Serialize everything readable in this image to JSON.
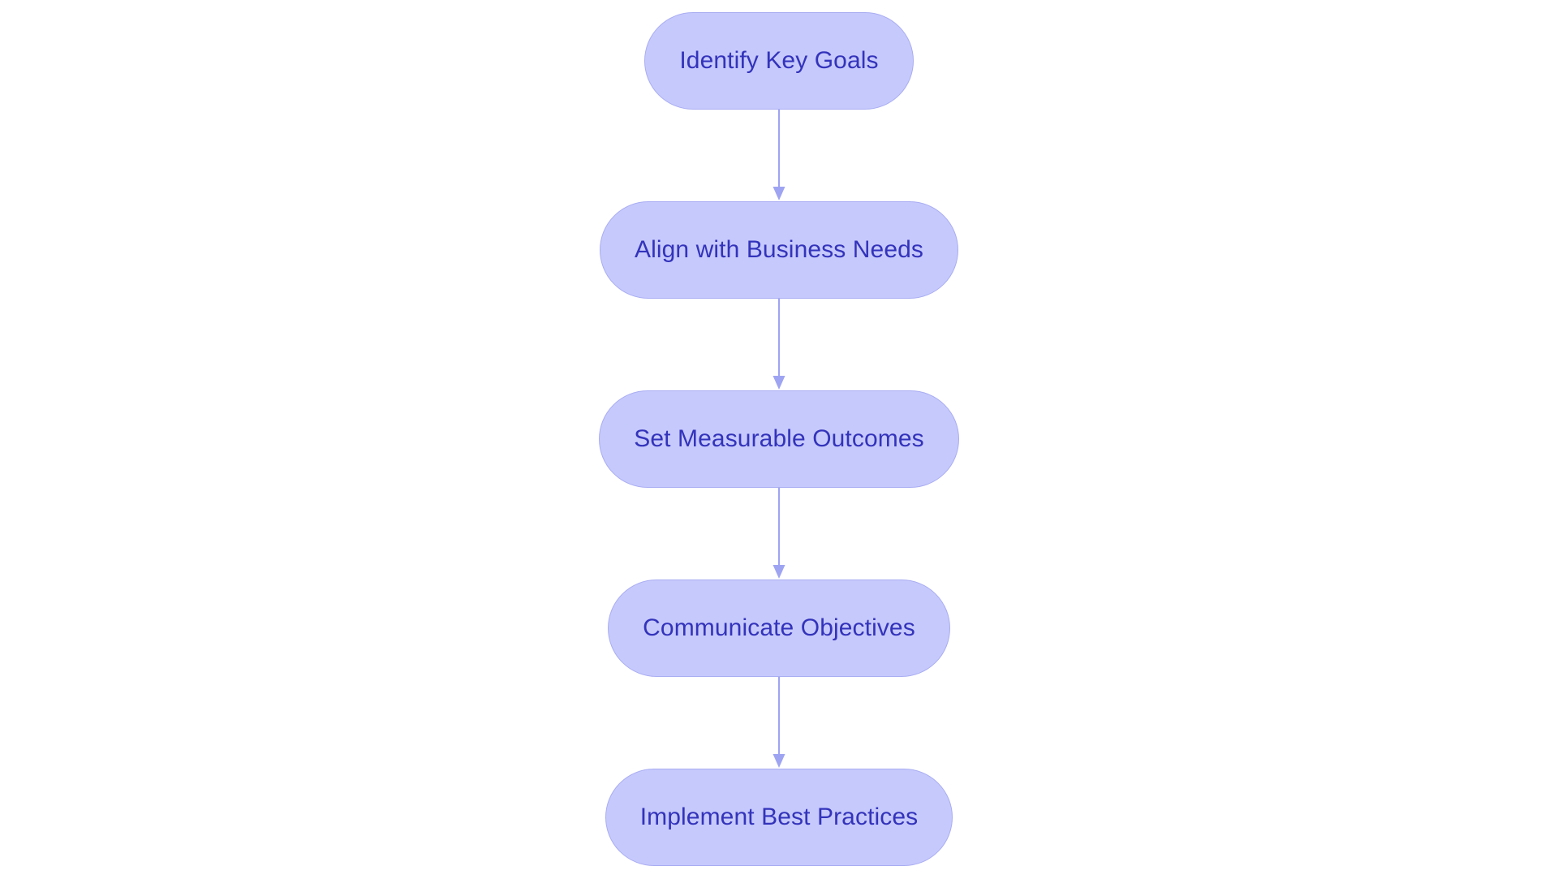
{
  "diagram": {
    "type": "flowchart",
    "orientation": "top-to-bottom",
    "background_color": "#ffffff",
    "node_fill_color": "#c6c9fc",
    "node_border_color": "#a9adf2",
    "node_text_color": "#3333bb",
    "arrow_color": "#9fa4f2",
    "node_shape": "stadium",
    "nodes": [
      {
        "id": "identify-key-goals",
        "label": "Identify Key Goals"
      },
      {
        "id": "align-with-business-needs",
        "label": "Align with Business Needs"
      },
      {
        "id": "set-measurable-outcomes",
        "label": "Set Measurable Outcomes"
      },
      {
        "id": "communicate-objectives",
        "label": "Communicate Objectives"
      },
      {
        "id": "implement-best-practices",
        "label": "Implement Best Practices"
      }
    ],
    "edges": [
      {
        "from": "identify-key-goals",
        "to": "align-with-business-needs",
        "label": ""
      },
      {
        "from": "align-with-business-needs",
        "to": "set-measurable-outcomes",
        "label": ""
      },
      {
        "from": "set-measurable-outcomes",
        "to": "communicate-objectives",
        "label": ""
      },
      {
        "from": "communicate-objectives",
        "to": "implement-best-practices",
        "label": ""
      }
    ]
  }
}
